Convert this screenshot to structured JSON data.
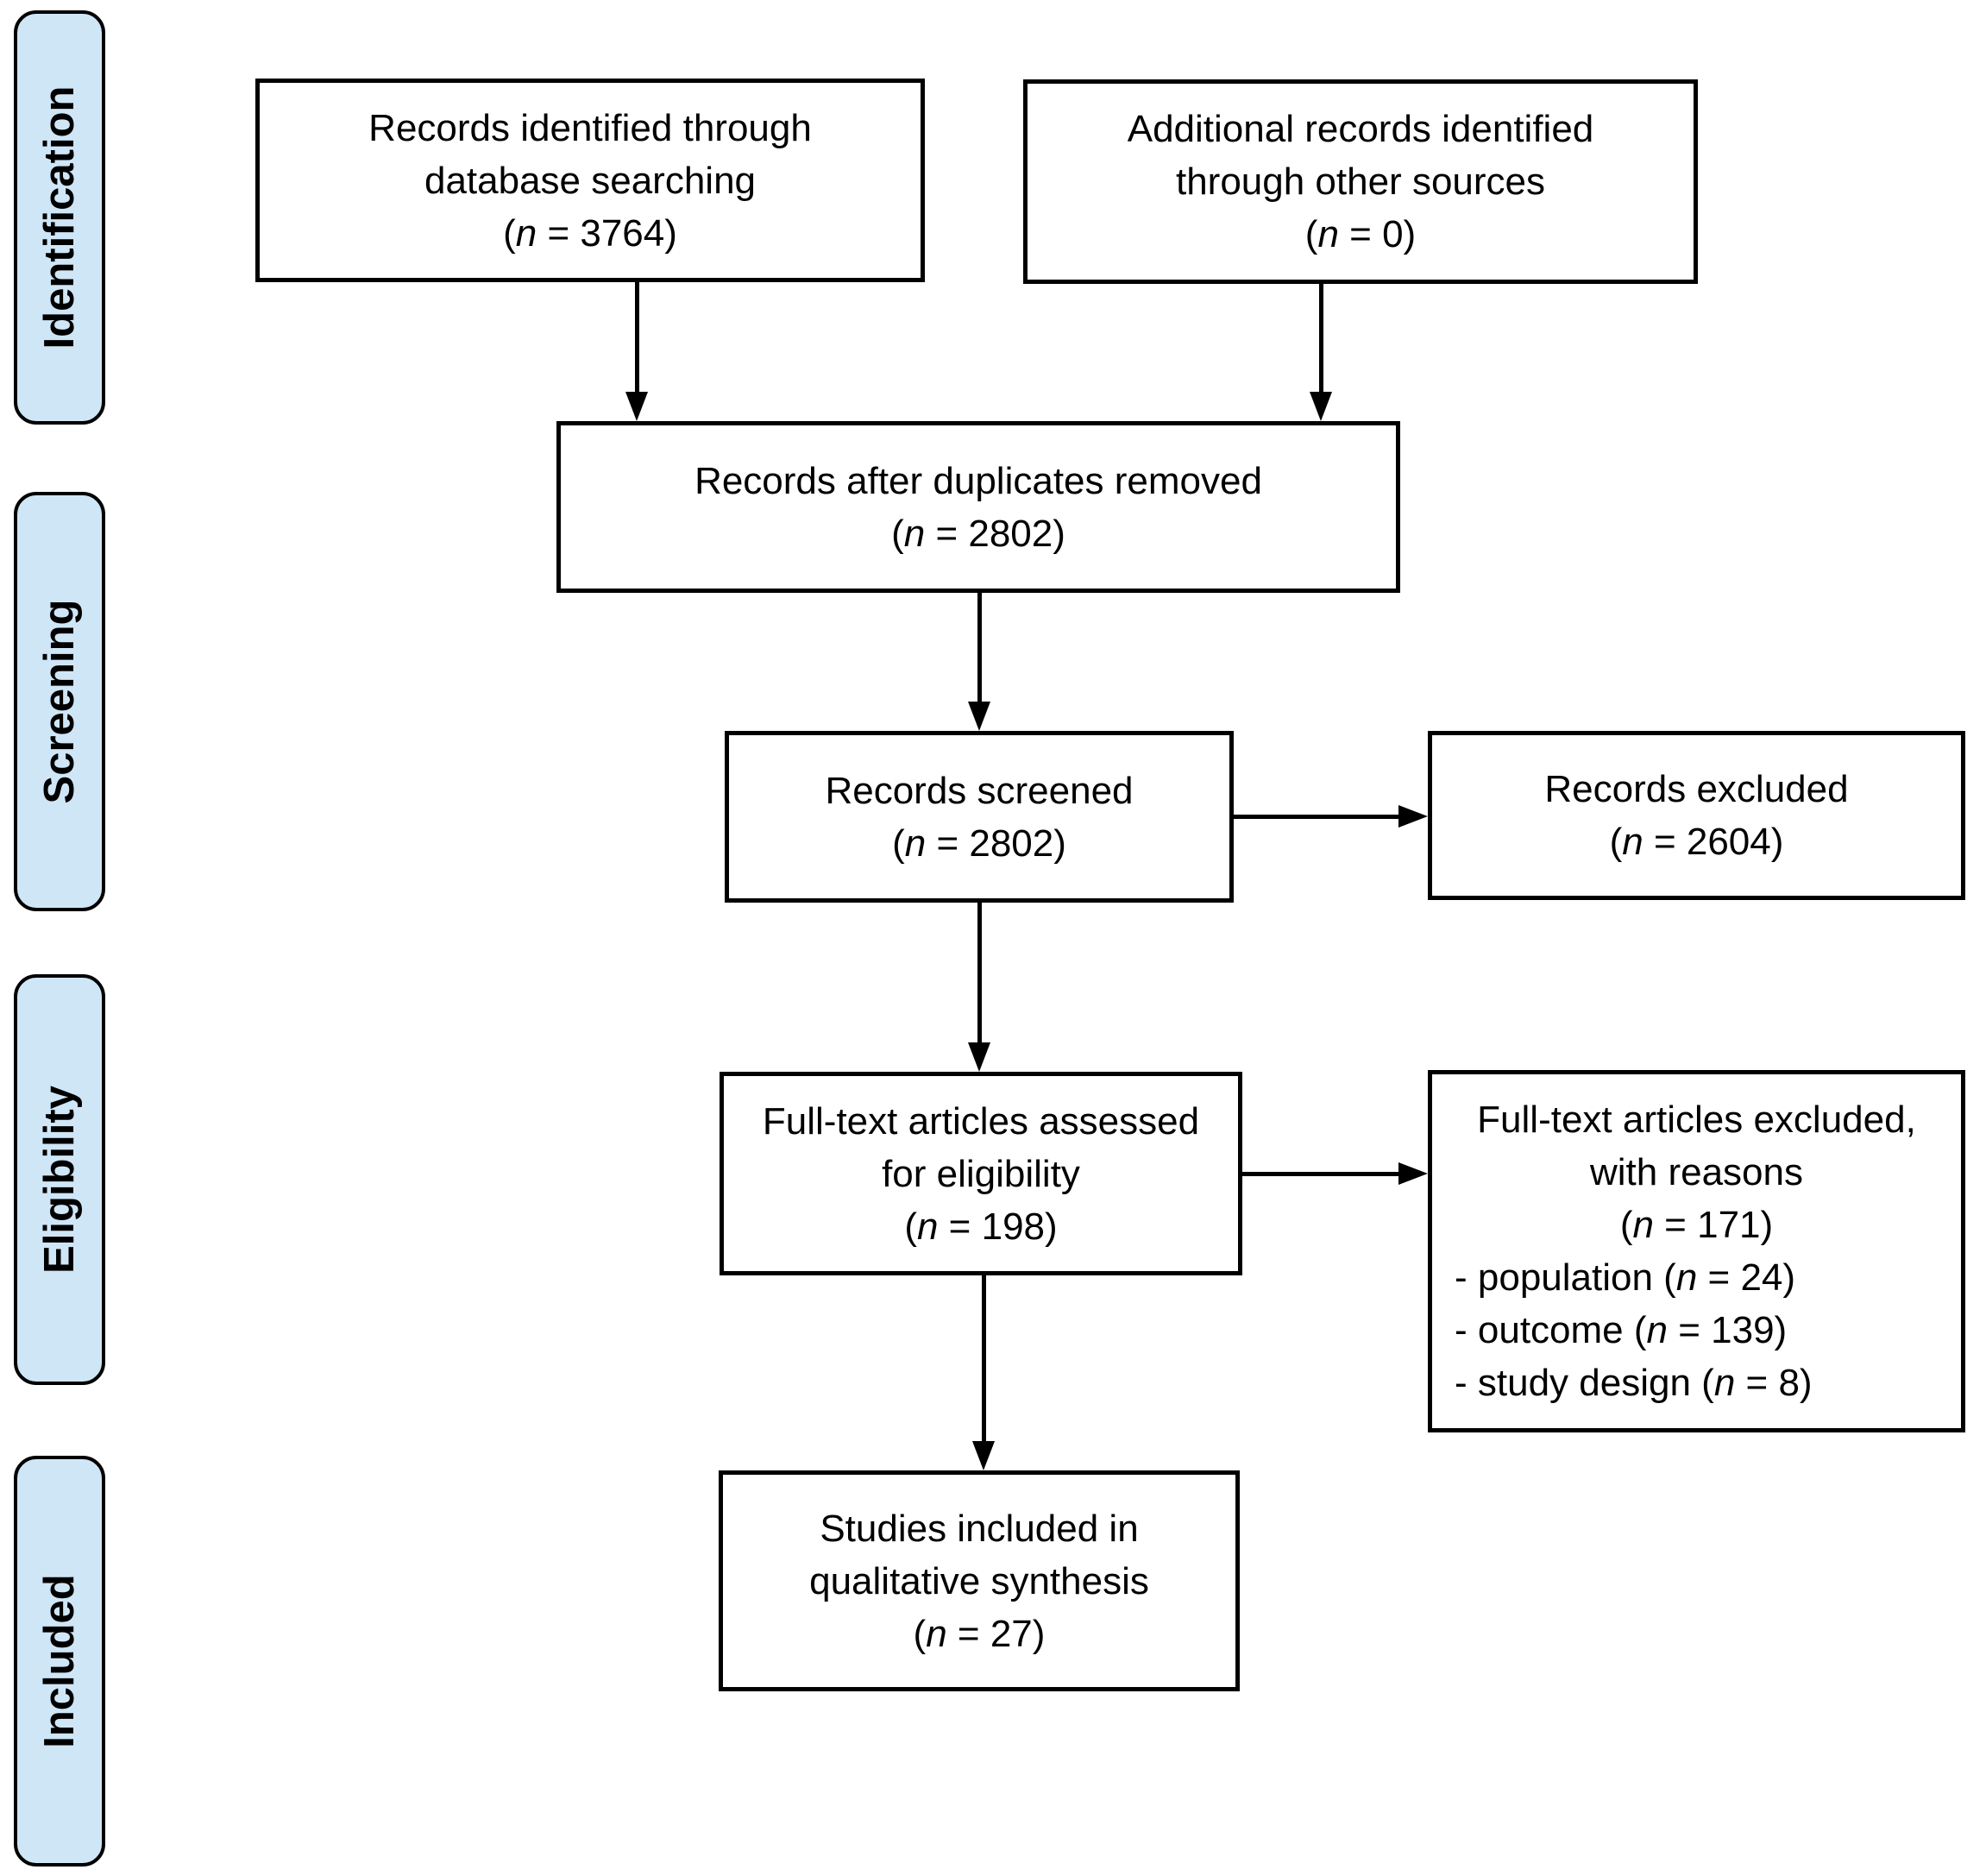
{
  "stages": [
    {
      "label": "Identification"
    },
    {
      "label": "Screening"
    },
    {
      "label": "Eligibility"
    },
    {
      "label": "Included"
    }
  ],
  "boxes": [
    {
      "name": "records-identified",
      "lines": [
        "Records identified through",
        "database searching",
        "(n = 3764)"
      ]
    },
    {
      "name": "additional-records",
      "lines": [
        "Additional records identified",
        "through other sources",
        "(n = 0)"
      ]
    },
    {
      "name": "records-after-duplicates",
      "lines": [
        "Records after duplicates removed",
        "(n = 2802)"
      ]
    },
    {
      "name": "records-screened",
      "lines": [
        "Records screened",
        "(n = 2802)"
      ]
    },
    {
      "name": "records-excluded",
      "lines": [
        "Records excluded",
        "(n = 2604)"
      ]
    },
    {
      "name": "fulltext-assessed",
      "lines": [
        "Full-text articles assessed",
        "for eligibility",
        "(n = 198)"
      ]
    },
    {
      "name": "fulltext-excluded",
      "lines": [
        "Full-text articles excluded,",
        "with reasons",
        "(n = 171)"
      ],
      "reasons": [
        "- population (n = 24)",
        "- outcome (n = 139)",
        "- study design (n = 8)"
      ]
    },
    {
      "name": "studies-included",
      "lines": [
        "Studies included in",
        "qualitative synthesis",
        "(n = 27)"
      ]
    }
  ],
  "colors": {
    "stage_fill": "#cfe6f7",
    "stage_border": "#000000",
    "box_fill": "#ffffff",
    "box_border": "#000000",
    "arrow": "#000000",
    "background": "#ffffff",
    "text": "#000000"
  }
}
